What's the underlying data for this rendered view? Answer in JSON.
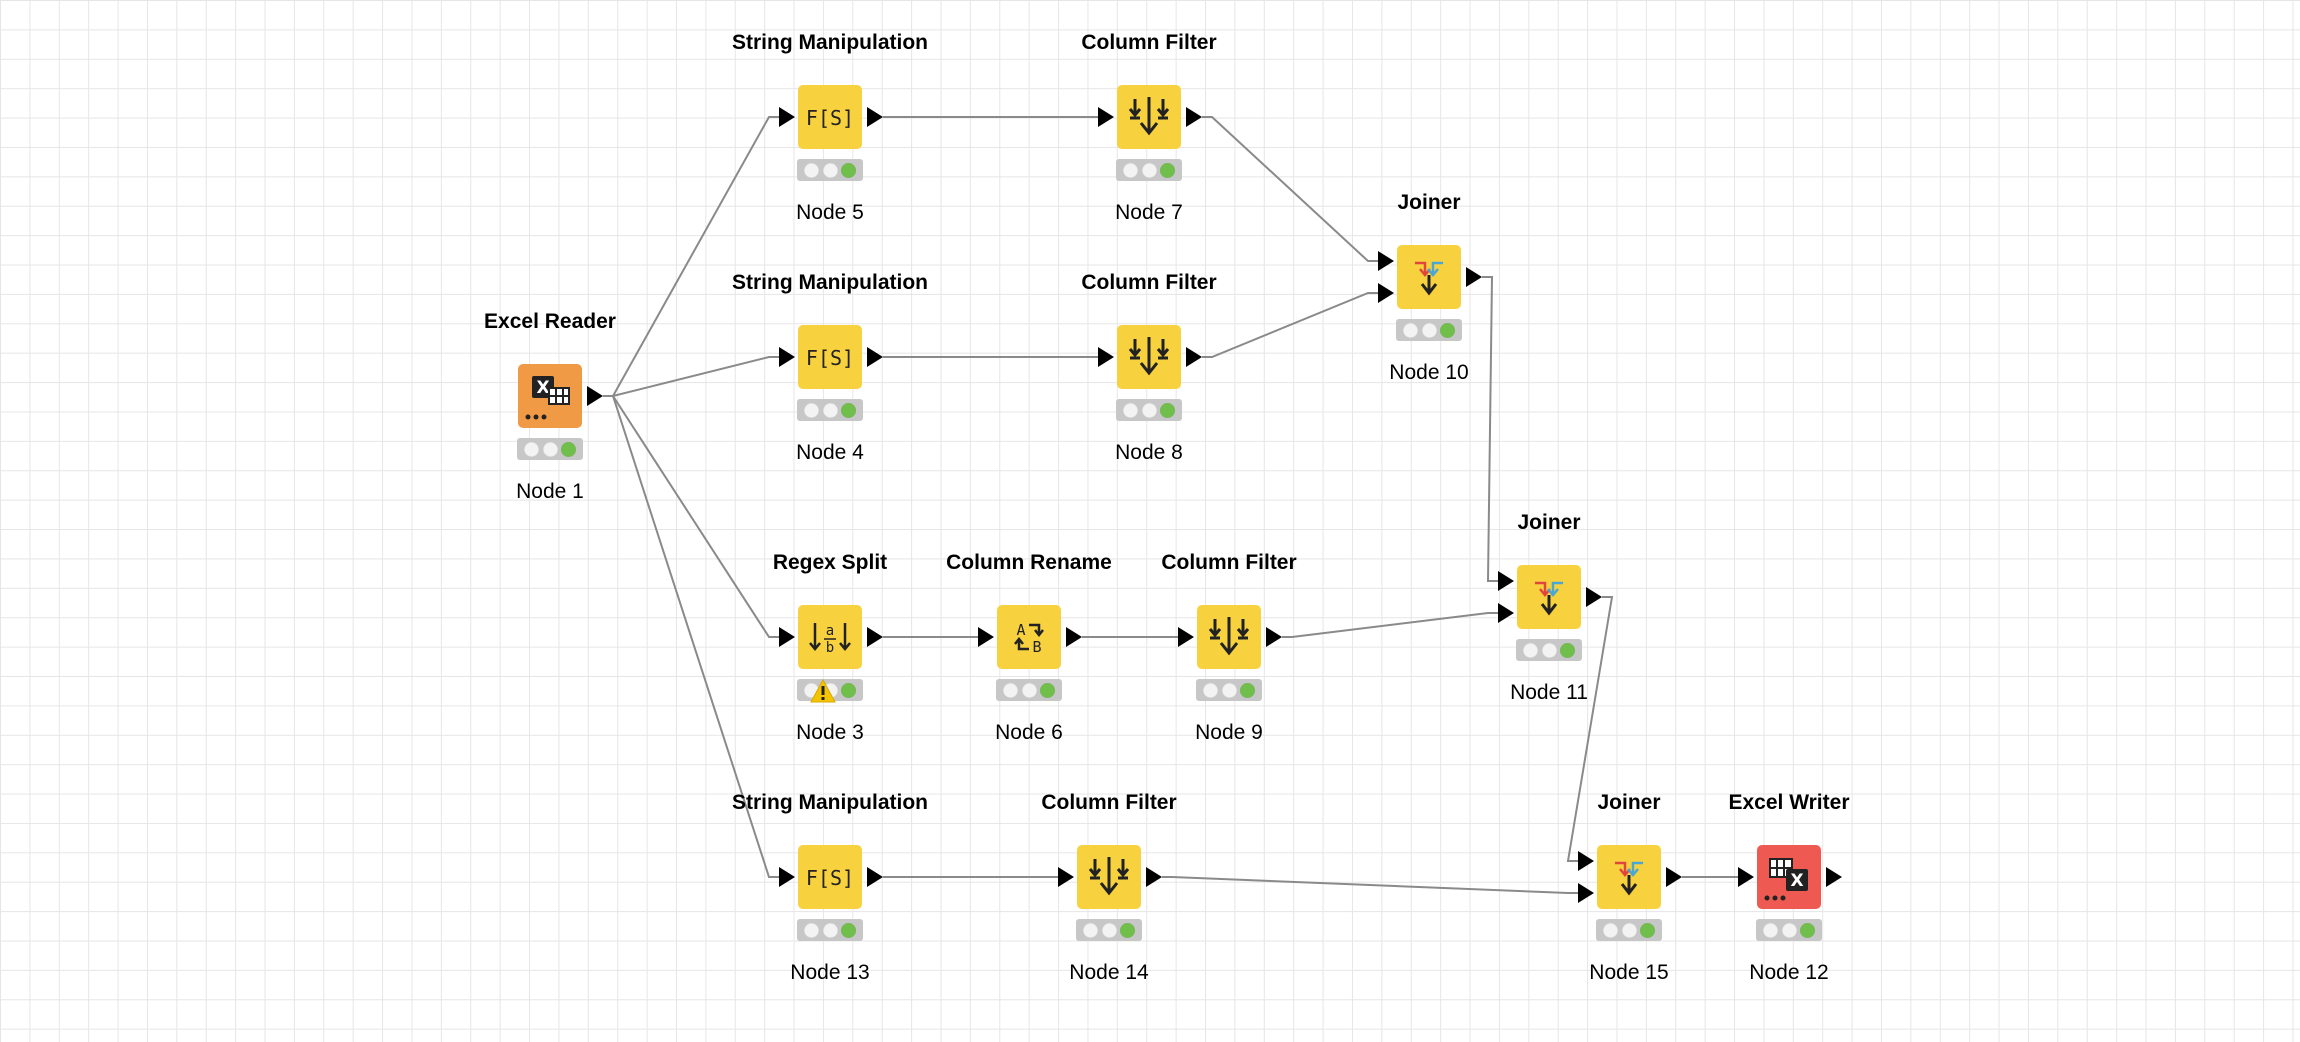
{
  "workflow": {
    "nodes": [
      {
        "id": "n1",
        "title": "Excel Reader",
        "label": "Node 1",
        "kind": "excel-reader",
        "color": "#f09a46",
        "inputs": 0,
        "warning": false
      },
      {
        "id": "n5",
        "title": "String Manipulation",
        "label": "Node 5",
        "kind": "string-manipulation",
        "color": "#f7d13e",
        "inputs": 1,
        "warning": false
      },
      {
        "id": "n7",
        "title": "Column Filter",
        "label": "Node 7",
        "kind": "column-filter",
        "color": "#f7d13e",
        "inputs": 1,
        "warning": false
      },
      {
        "id": "n4",
        "title": "String Manipulation",
        "label": "Node 4",
        "kind": "string-manipulation",
        "color": "#f7d13e",
        "inputs": 1,
        "warning": false
      },
      {
        "id": "n8",
        "title": "Column Filter",
        "label": "Node 8",
        "kind": "column-filter",
        "color": "#f7d13e",
        "inputs": 1,
        "warning": false
      },
      {
        "id": "n10",
        "title": "Joiner",
        "label": "Node 10",
        "kind": "joiner",
        "color": "#f7d13e",
        "inputs": 2,
        "warning": false
      },
      {
        "id": "n3",
        "title": "Regex Split",
        "label": "Node 3",
        "kind": "regex-split",
        "color": "#f7d13e",
        "inputs": 1,
        "warning": true
      },
      {
        "id": "n6",
        "title": "Column Rename",
        "label": "Node 6",
        "kind": "column-rename",
        "color": "#f7d13e",
        "inputs": 1,
        "warning": false
      },
      {
        "id": "n9",
        "title": "Column Filter",
        "label": "Node 9",
        "kind": "column-filter",
        "color": "#f7d13e",
        "inputs": 1,
        "warning": false
      },
      {
        "id": "n11",
        "title": "Joiner",
        "label": "Node 11",
        "kind": "joiner",
        "color": "#f7d13e",
        "inputs": 2,
        "warning": false
      },
      {
        "id": "n13",
        "title": "String Manipulation",
        "label": "Node 13",
        "kind": "string-manipulation",
        "color": "#f7d13e",
        "inputs": 1,
        "warning": false
      },
      {
        "id": "n14",
        "title": "Column Filter",
        "label": "Node 14",
        "kind": "column-filter",
        "color": "#f7d13e",
        "inputs": 1,
        "warning": false
      },
      {
        "id": "n15",
        "title": "Joiner",
        "label": "Node 15",
        "kind": "joiner",
        "color": "#f7d13e",
        "inputs": 2,
        "warning": false
      },
      {
        "id": "n12",
        "title": "Excel Writer",
        "label": "Node 12",
        "kind": "excel-writer",
        "color": "#ee5a52",
        "inputs": 1,
        "warning": false
      }
    ],
    "connections": [
      {
        "from": "n1",
        "to": "n5",
        "port": 0
      },
      {
        "from": "n1",
        "to": "n4",
        "port": 0
      },
      {
        "from": "n1",
        "to": "n3",
        "port": 0
      },
      {
        "from": "n1",
        "to": "n13",
        "port": 0
      },
      {
        "from": "n5",
        "to": "n7",
        "port": 0
      },
      {
        "from": "n4",
        "to": "n8",
        "port": 0
      },
      {
        "from": "n7",
        "to": "n10",
        "port": 0
      },
      {
        "from": "n8",
        "to": "n10",
        "port": 1
      },
      {
        "from": "n3",
        "to": "n6",
        "port": 0
      },
      {
        "from": "n6",
        "to": "n9",
        "port": 0
      },
      {
        "from": "n10",
        "to": "n11",
        "port": 0
      },
      {
        "from": "n9",
        "to": "n11",
        "port": 1
      },
      {
        "from": "n11",
        "to": "n15",
        "port": 0
      },
      {
        "from": "n13",
        "to": "n14",
        "port": 0
      },
      {
        "from": "n14",
        "to": "n15",
        "port": 1
      },
      {
        "from": "n15",
        "to": "n12",
        "port": 0
      }
    ],
    "status_lights": [
      "off",
      "off",
      "green"
    ],
    "colors": {
      "edge": "#8a8a8a",
      "manipulator": "#f7d13e",
      "source": "#f09a46",
      "sink": "#ee5a52",
      "ok": "#6fbf4a"
    }
  }
}
